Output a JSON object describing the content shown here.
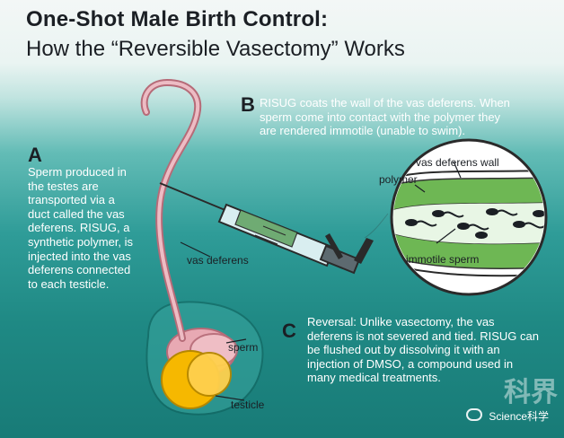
{
  "title": "One-Shot Male Birth Control:",
  "subtitle": "How the “Reversible Vasectomy” Works",
  "sections": {
    "a": {
      "letter": "A",
      "text": "Sperm produced in the testes are transported via a duct called the vas deferens. RISUG, a synthetic polymer, is injected into the vas deferens connected to each testicle."
    },
    "b": {
      "letter": "B",
      "text": "RISUG coats the wall of the vas deferens. When sperm come into contact with the polymer they are rendered immotile (unable to swim)."
    },
    "c": {
      "letter": "C",
      "text": "Reversal: Unlike vasectomy, the vas deferens is not severed and tied. RISUG can be flushed out by dissolving it with an injection of DMSO, a compound used in many medical treatments."
    }
  },
  "labels": {
    "vas_deferens": "vas deferens",
    "sperm": "sperm",
    "testicle": "testicle",
    "vas_deferens_wall": "vas deferens wall",
    "polymer": "polymer",
    "immotile_sperm": "immotile sperm"
  },
  "watermark": {
    "logo_text": "科界",
    "handle": "Science科学"
  },
  "colors": {
    "teal_dark": "#187b77",
    "teal_light": "#63bcb6",
    "pink": "#e8a9b3",
    "pink_dark": "#b66b78",
    "yellow": "#f6b800"
  }
}
